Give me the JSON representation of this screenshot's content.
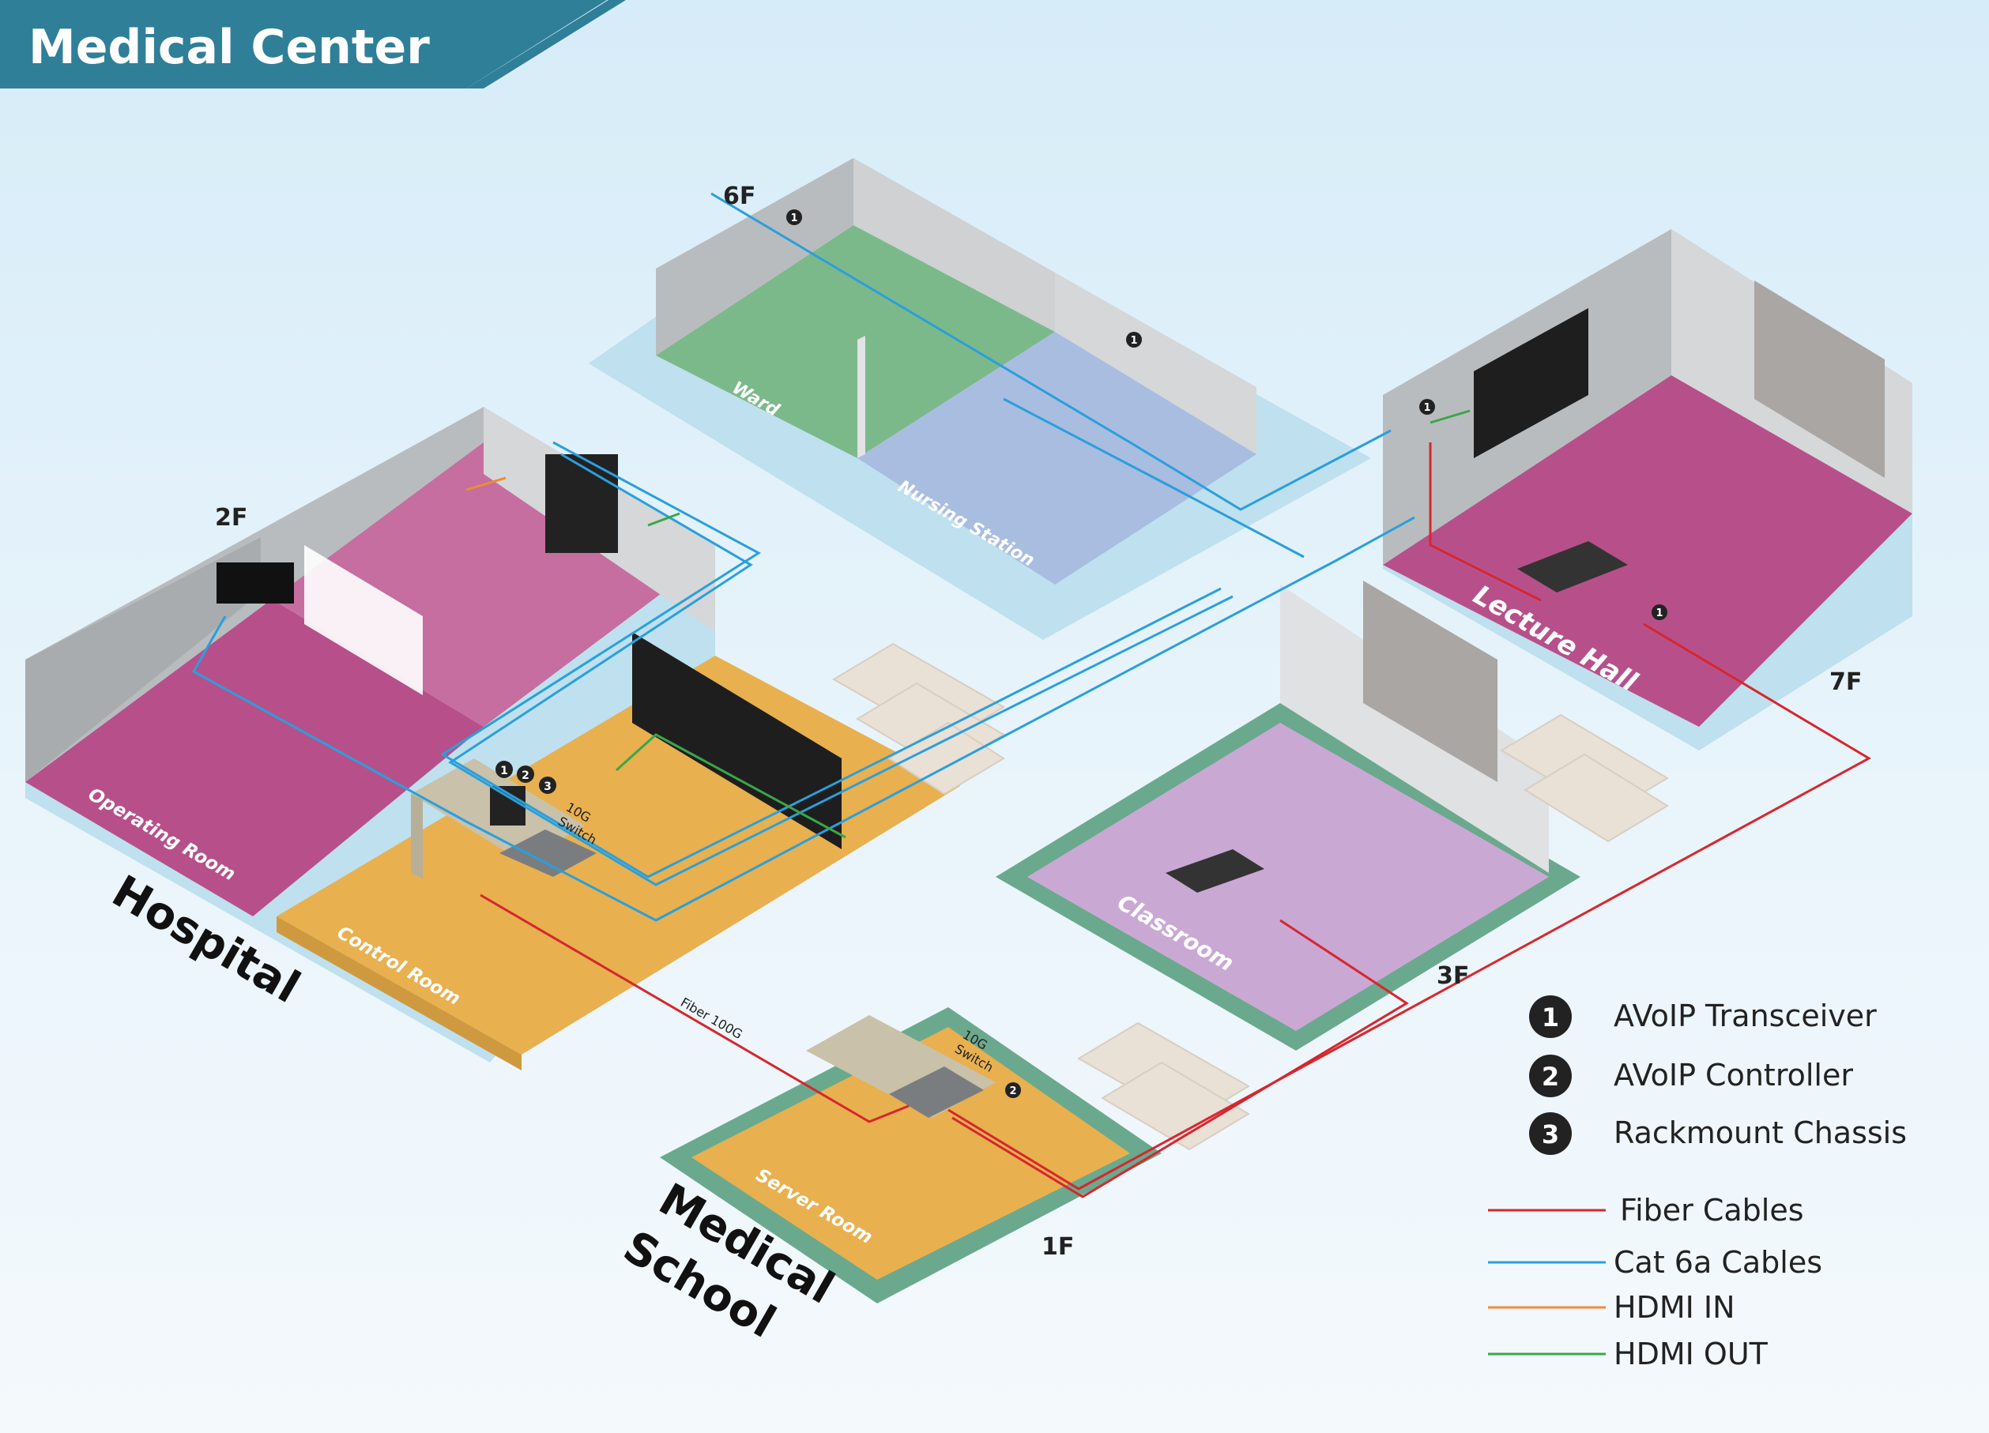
{
  "title": "Medical Center",
  "buildings": {
    "hospital": "Hospital",
    "school_line1": "Medical",
    "school_line2": "School"
  },
  "floors": {
    "f2": "2F",
    "f6": "6F",
    "f7": "7F",
    "f3": "3F",
    "f1": "1F"
  },
  "rooms": {
    "operating": "Operating Room",
    "control": "Control Room",
    "ward": "Ward",
    "nursing": "Nursing Station",
    "lecture": "Lecture Hall",
    "classroom": "Classroom",
    "server": "Server Room"
  },
  "equipment": {
    "switch_control_l1": "10G",
    "switch_control_l2": "Switch",
    "switch_server_l1": "10G",
    "switch_server_l2": "Switch",
    "fiber_link": "Fiber 100G"
  },
  "badges": [
    "1",
    "2",
    "3"
  ],
  "legend": {
    "devices": [
      {
        "num": "1",
        "label": "AVoIP Transceiver"
      },
      {
        "num": "2",
        "label": "AVoIP Controller"
      },
      {
        "num": "3",
        "label": "Rackmount Chassis"
      }
    ],
    "cables": [
      {
        "label": "Fiber Cables",
        "color": "#d7262e"
      },
      {
        "label": "Cat 6a Cables",
        "color": "#2a9fdc"
      },
      {
        "label": "HDMI IN",
        "color": "#f08a35"
      },
      {
        "label": "HDMI OUT",
        "color": "#3aa648"
      }
    ]
  },
  "colors": {
    "banner": "#2f7f99",
    "magenta_floor": "#b7508a",
    "orange_floor": "#e8b04f",
    "green_floor": "#7cb98a",
    "lilac_floor": "#c9a9d3",
    "nursing_floor": "#a9bde0",
    "wall": "#b9bcbf",
    "teal_edge": "#6aa98d"
  }
}
